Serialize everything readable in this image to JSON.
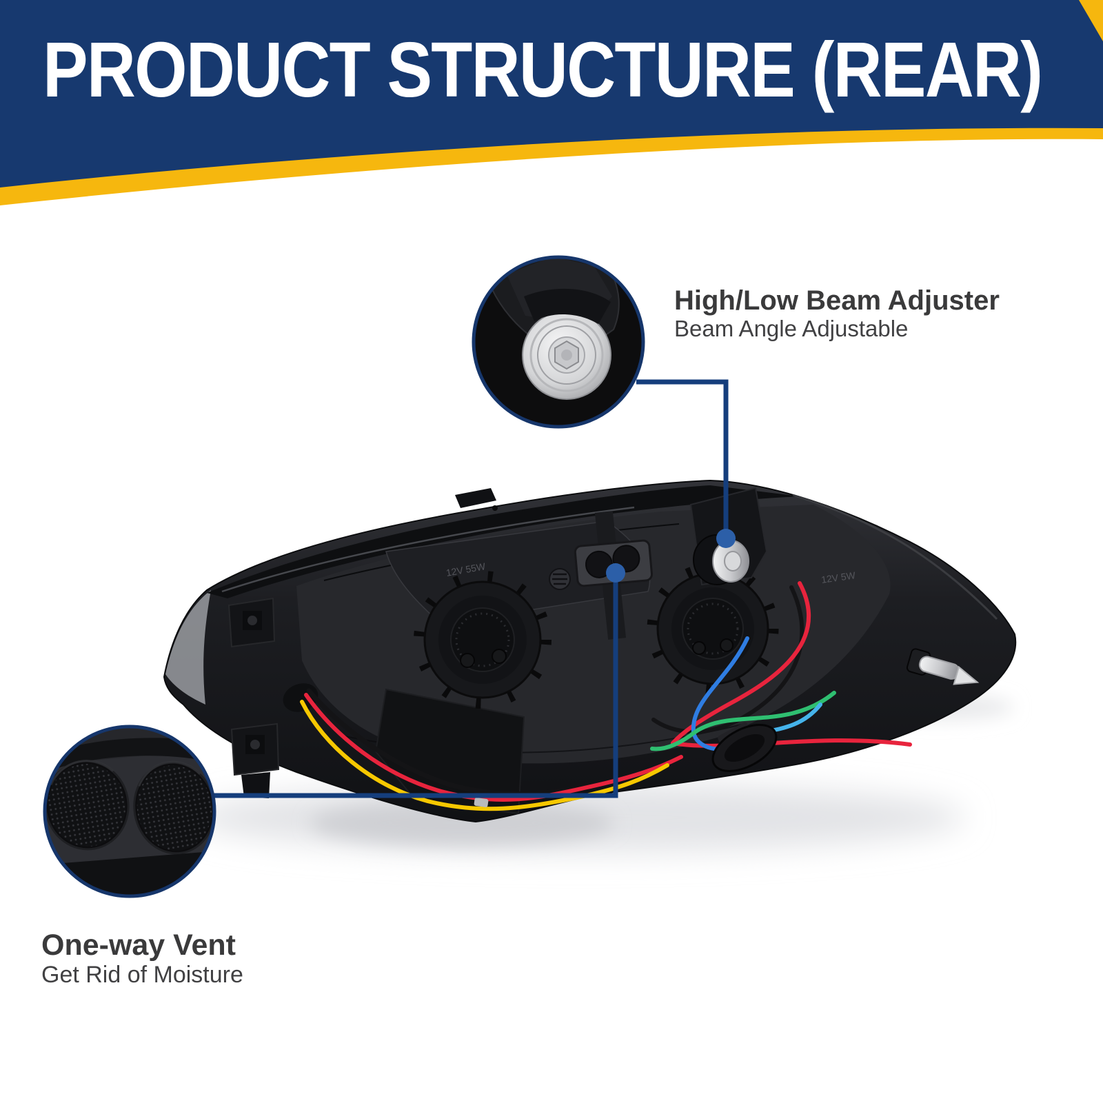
{
  "header": {
    "title": "PRODUCT STRUCTURE (REAR)"
  },
  "callouts": {
    "beam_adjuster": {
      "title": "High/Low Beam Adjuster",
      "subtitle": "Beam Angle Adjustable"
    },
    "one_way_vent": {
      "title": "One-way Vent",
      "subtitle": "Get Rid of Moisture"
    }
  },
  "product": {
    "name": "headlight assembly rear view",
    "embossed_labels": {
      "bulb_cap_area": "12V 55W",
      "right_housing": "12V 5W"
    }
  },
  "colors": {
    "banner_blue": "#17396F",
    "accent_yellow": "#F6B70E",
    "leader_line_navy": "#153E7C",
    "callout_dot_blue": "#2C5FA8",
    "callout_text_gray": "#3A3A3B",
    "wire_red": "#E8243D",
    "wire_yellow": "#F7C800",
    "wire_blue": "#2F7DE2",
    "wire_green": "#2FBF71",
    "wire_light_blue": "#45B3EA",
    "wire_black": "#141416"
  }
}
